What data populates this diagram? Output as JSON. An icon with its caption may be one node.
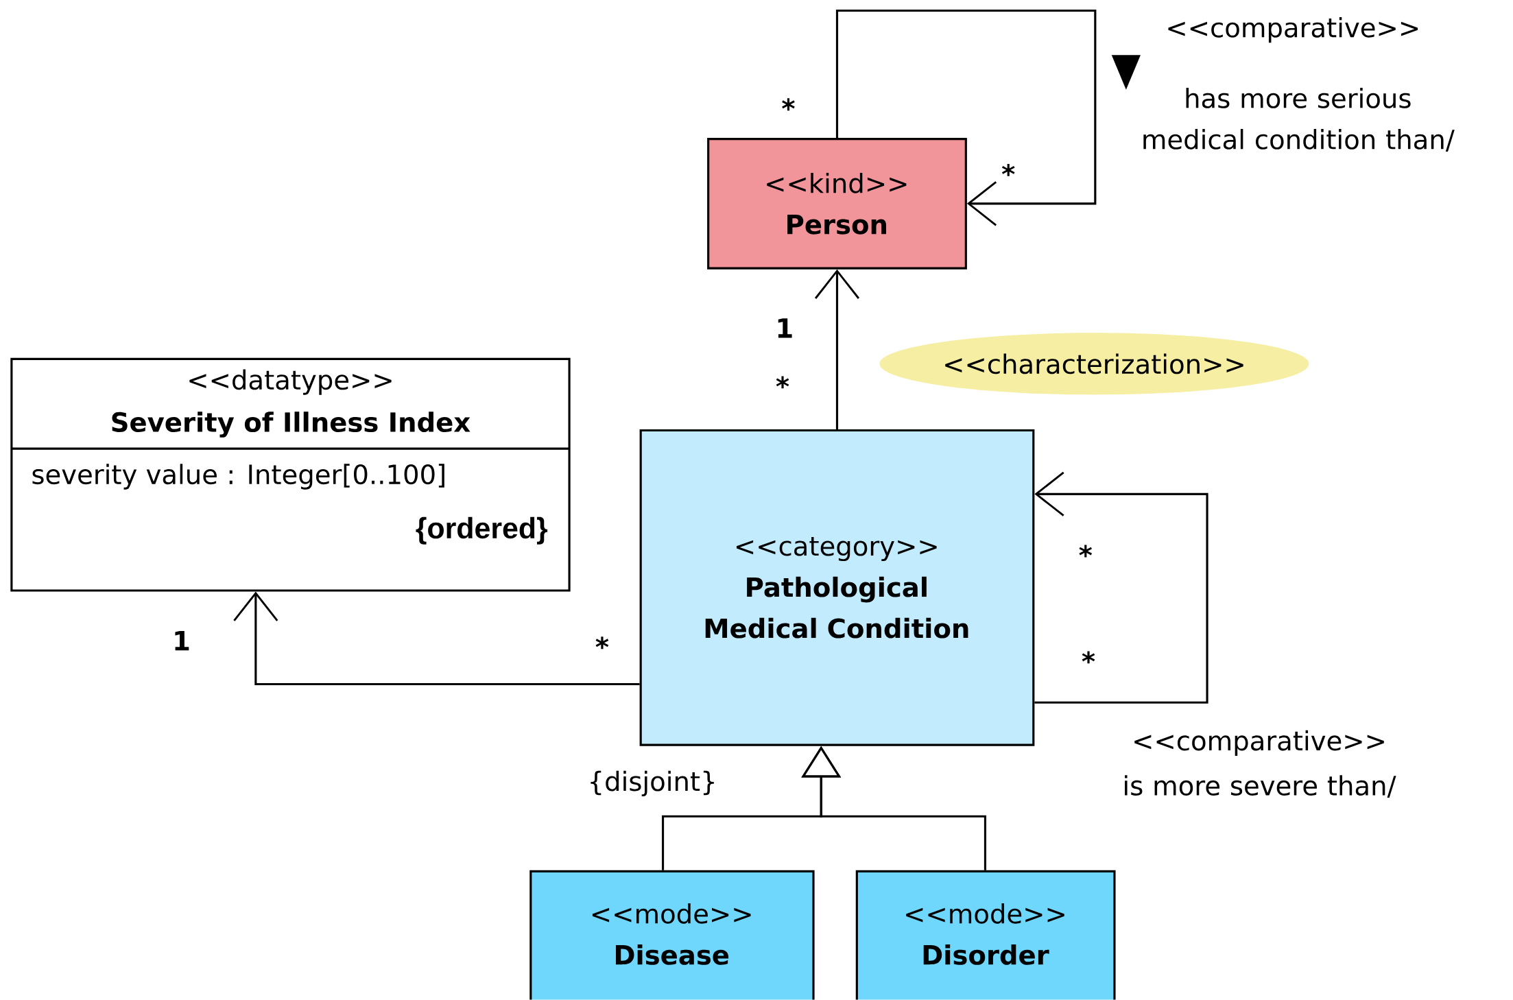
{
  "diagram": {
    "nodes": [
      {
        "text": [
          "<<kind>>",
          "Person"
        ]
      },
      {
        "text": [
          "<<datatype>>",
          "Severity of Illness Index",
          "severity value : Integer[0..100]",
          "{ordered}"
        ]
      },
      {
        "text": [
          "<<category>>",
          "Pathological Medical Condition"
        ]
      },
      {
        "text": [
          "<<mode>>",
          "Disease"
        ]
      },
      {
        "text": [
          "<<mode>>",
          "Disorder"
        ]
      },
      {
        "text": [
          "<<characterization>>"
        ]
      }
    ],
    "edges": [
      {
        "from": 0,
        "to": 0,
        "arrow": "to",
        "label": "has more serious medical condition than/"
      },
      {
        "from": 2,
        "to": 0,
        "arrow": "to"
      },
      {
        "from": 2,
        "to": 1,
        "arrow": "to"
      },
      {
        "from": 2,
        "to": 2,
        "arrow": "to",
        "label": "is more severe than/"
      },
      {
        "from": 3,
        "to": 2,
        "arrow": "to"
      },
      {
        "from": 4,
        "to": 2,
        "arrow": "to"
      }
    ],
    "labels": [
      "<<comparative>>",
      "*",
      "*",
      "1",
      "*",
      "*",
      "1",
      "*",
      "*",
      "<<comparative>>",
      "{disjoint}"
    ]
  }
}
